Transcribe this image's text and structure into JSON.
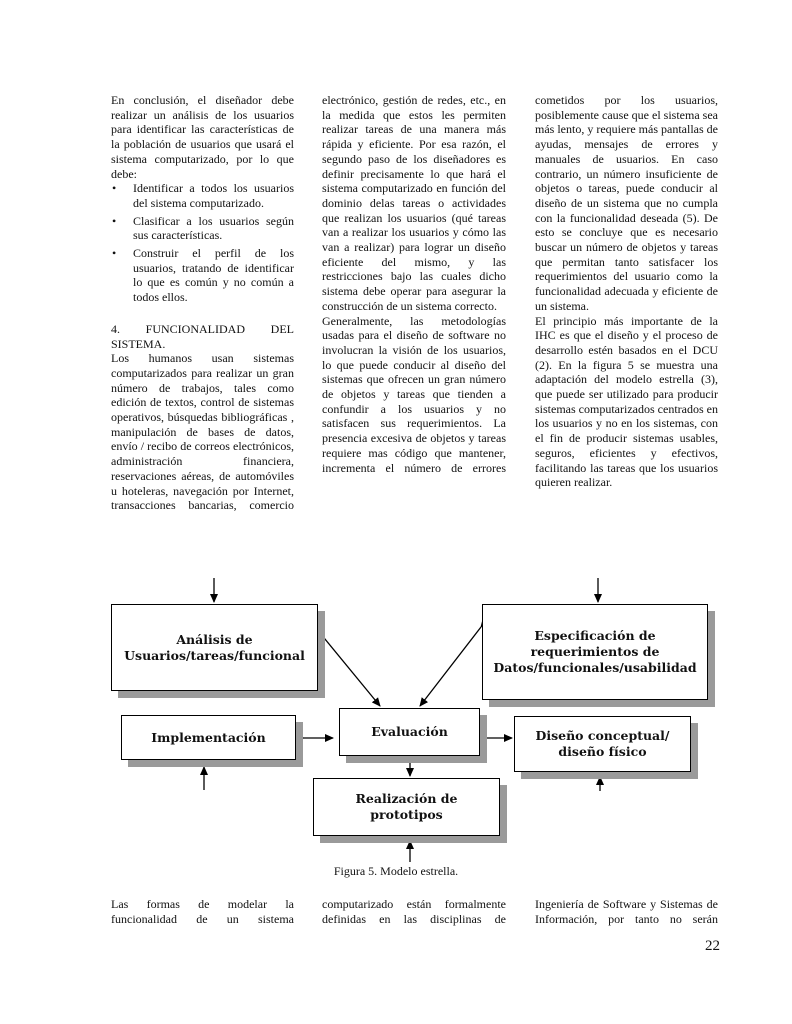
{
  "column1": {
    "intro": "En conclusión, el diseñador debe realizar un análisis de los usuarios para identificar las características de la población de usuarios que usará el sistema computarizado, por lo que debe:",
    "bullets": [
      "Identificar a todos los usuarios del sistema computarizado.",
      "Clasificar a los usuarios según sus características.",
      "Construir el perfil de los usuarios, tratando de identificar lo que es común y no común a todos ellos."
    ],
    "bullet_symbol": "•",
    "heading_number": "4.",
    "heading_word1": "FUNCIONALIDAD",
    "heading_word2": "DEL",
    "heading_word3": "SISTEMA.",
    "para": "Los humanos usan sistemas computarizados para realizar un gran número de trabajos, tales como edición de textos, control de sistemas operativos, búsquedas bibliográficas , manipulación de bases de datos, envío / recibo de correos electrónicos, administración financiera, reservaciones aéreas, de automóviles u hoteleras, navegación por Internet, transacciones bancarias, comercio"
  },
  "column2": {
    "para1": "electrónico, gestión de redes, etc., en la medida que estos les permiten realizar tareas de una manera más rápida y eficiente. Por esa razón, el segundo paso de los diseñadores es definir precisamente lo que hará el sistema computarizado en función del dominio delas tareas o actividades que realizan los usuarios (qué tareas van a realizar los usuarios y cómo las van a realizar) para lograr un diseño eficiente del mismo, y las restricciones bajo las cuales dicho sistema debe operar para asegurar la construcción de un sistema correcto.",
    "para2": "Generalmente, las metodologías usadas para el diseño de software no involucran la visión de los usuarios, lo que puede conducir al diseño del sistemas que ofrecen un gran número de objetos y tareas que tienden a confundir a los usuarios y no satisfacen sus requerimientos. La presencia excesiva de objetos y tareas requiere mas código que mantener, incrementa el número de errores"
  },
  "column3": {
    "para1": "cometidos por los usuarios, posiblemente cause que el sistema sea más lento, y requiere más pantallas de ayudas, mensajes de errores y manuales de usuarios. En caso contrario, un número insuficiente de objetos o tareas, puede conducir al diseño de un sistema que no cumpla con la funcionalidad deseada (5). De esto se concluye que es necesario buscar un número de objetos y tareas que permitan tanto satisfacer los requerimientos del usuario como la funcionalidad adecuada y eficiente de un sistema.",
    "para2": "El principio más importante de la IHC es que el diseño y el proceso de desarrollo estén basados en el DCU (2). En la figura 5 se muestra una adaptación del modelo estrella (3), que puede ser utilizado para producir sistemas computarizados centrados en los usuarios y no en los sistemas, con el fin de producir sistemas usables, seguros, eficientes y efectivos, facilitando las tareas que los usuarios quieren realizar."
  },
  "diagram": {
    "analysis_line1": "Análisis de",
    "analysis_line2": "Usuarios/tareas/funcional",
    "spec_line1": "Especificación de",
    "spec_line2": "requerimientos de",
    "spec_line3": "Datos/funcionales/usabilidad",
    "implementation": "Implementación",
    "evaluation": "Evaluación",
    "design_line1": "Diseño conceptual/",
    "design_line2": "diseño físico",
    "prototype_line1": "Realización de",
    "prototype_line2": "prototipos"
  },
  "caption": "Figura 5. Modelo estrella.",
  "bottom": {
    "col1": "Las formas de modelar la funcionalidad de un sistema",
    "col2": "computarizado están formalmente definidas en las disciplinas de",
    "col3": "Ingeniería de Software y Sistemas de Información, por tanto no serán"
  },
  "page_number": "22"
}
